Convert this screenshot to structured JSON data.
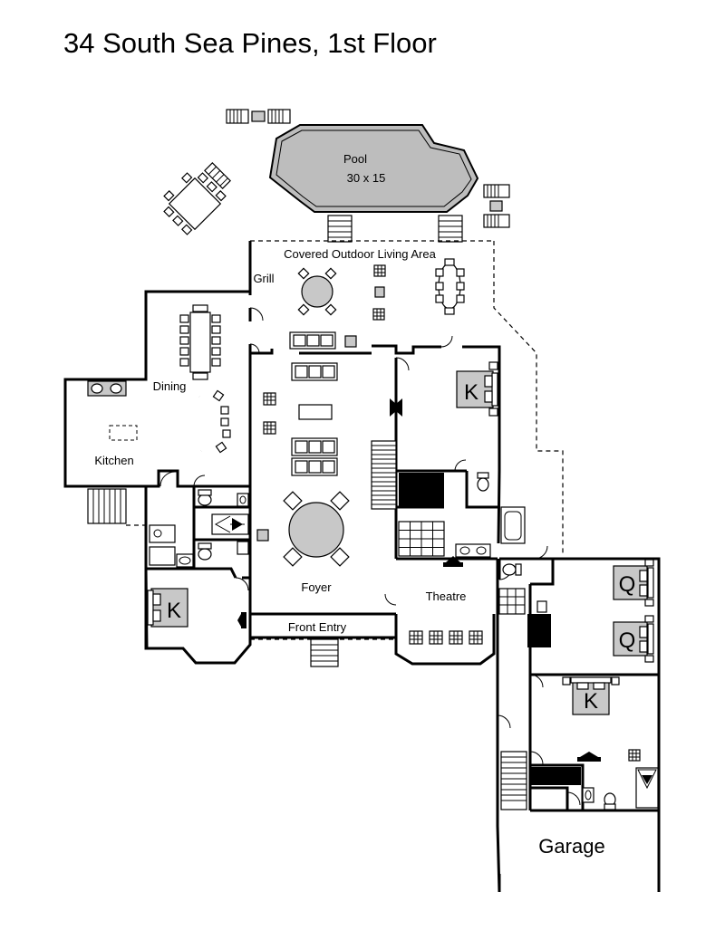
{
  "title": "34 South Sea Pines, 1st Floor",
  "pool": {
    "name": "Pool",
    "size": "30 x 15"
  },
  "rooms": {
    "covered_outdoor": "Covered Outdoor Living Area",
    "grill": "Grill",
    "dining": "Dining",
    "kitchen": "Kitchen",
    "foyer": "Foyer",
    "theatre": "Theatre",
    "front_entry": "Front Entry",
    "garage": "Garage"
  },
  "beds": {
    "master_east": "K",
    "west_bedroom": "K",
    "queen_upper": "Q",
    "queen_lower": "Q",
    "south_bedroom": "K"
  },
  "colors": {
    "fixture_fill": "#c8c8c8",
    "pool_fill": "#bdbdbd",
    "wall": "#000000"
  }
}
